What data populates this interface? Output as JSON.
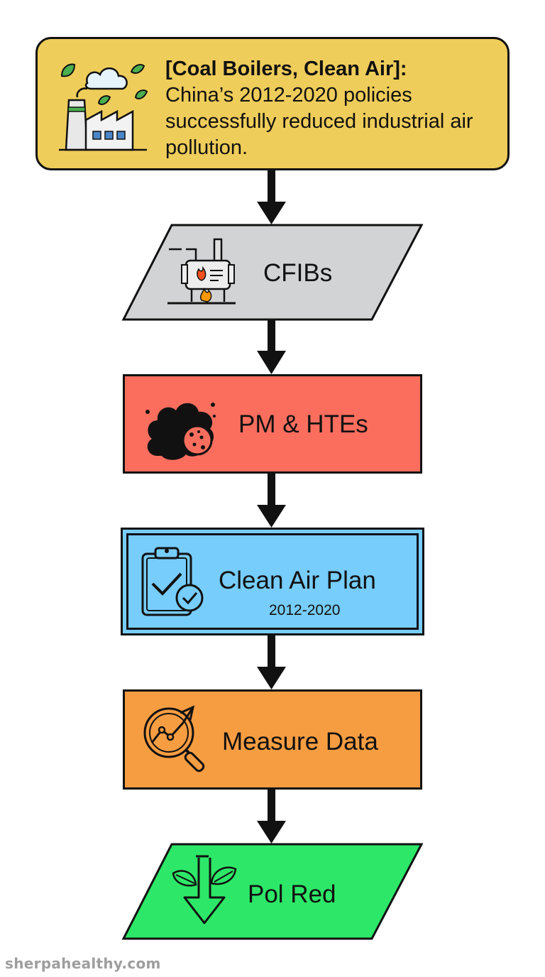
{
  "title": {
    "heading": "[Coal Boilers, Clean Air]:",
    "description": "China’s 2012-2020 policies successfully reduced industrial air pollution."
  },
  "nodes": {
    "cfibs": {
      "label": "CFIBs"
    },
    "pm_htes": {
      "label": "PM & HTEs"
    },
    "clean_air_plan": {
      "label": "Clean Air Plan",
      "sublabel": "2012-2020"
    },
    "measure_data": {
      "label": "Measure Data"
    },
    "pol_red": {
      "label": "Pol Red"
    }
  },
  "colors": {
    "title_fill": "#efcd5a",
    "cfibs_fill": "#d2d3d5",
    "pm_fill": "#fb6e5e",
    "plan_fill": "#77cdfb",
    "measure_fill": "#f69d42",
    "pol_fill": "#2de868"
  },
  "icons": {
    "title": "factory-with-leaves-icon",
    "cfibs": "boiler-icon",
    "pm_htes": "smoke-particle-icon",
    "clean_air_plan": "clipboard-check-icon",
    "measure_data": "magnifier-chart-icon",
    "pol_red": "down-arrow-leaves-icon"
  },
  "watermark": "sherpahealthy.com"
}
